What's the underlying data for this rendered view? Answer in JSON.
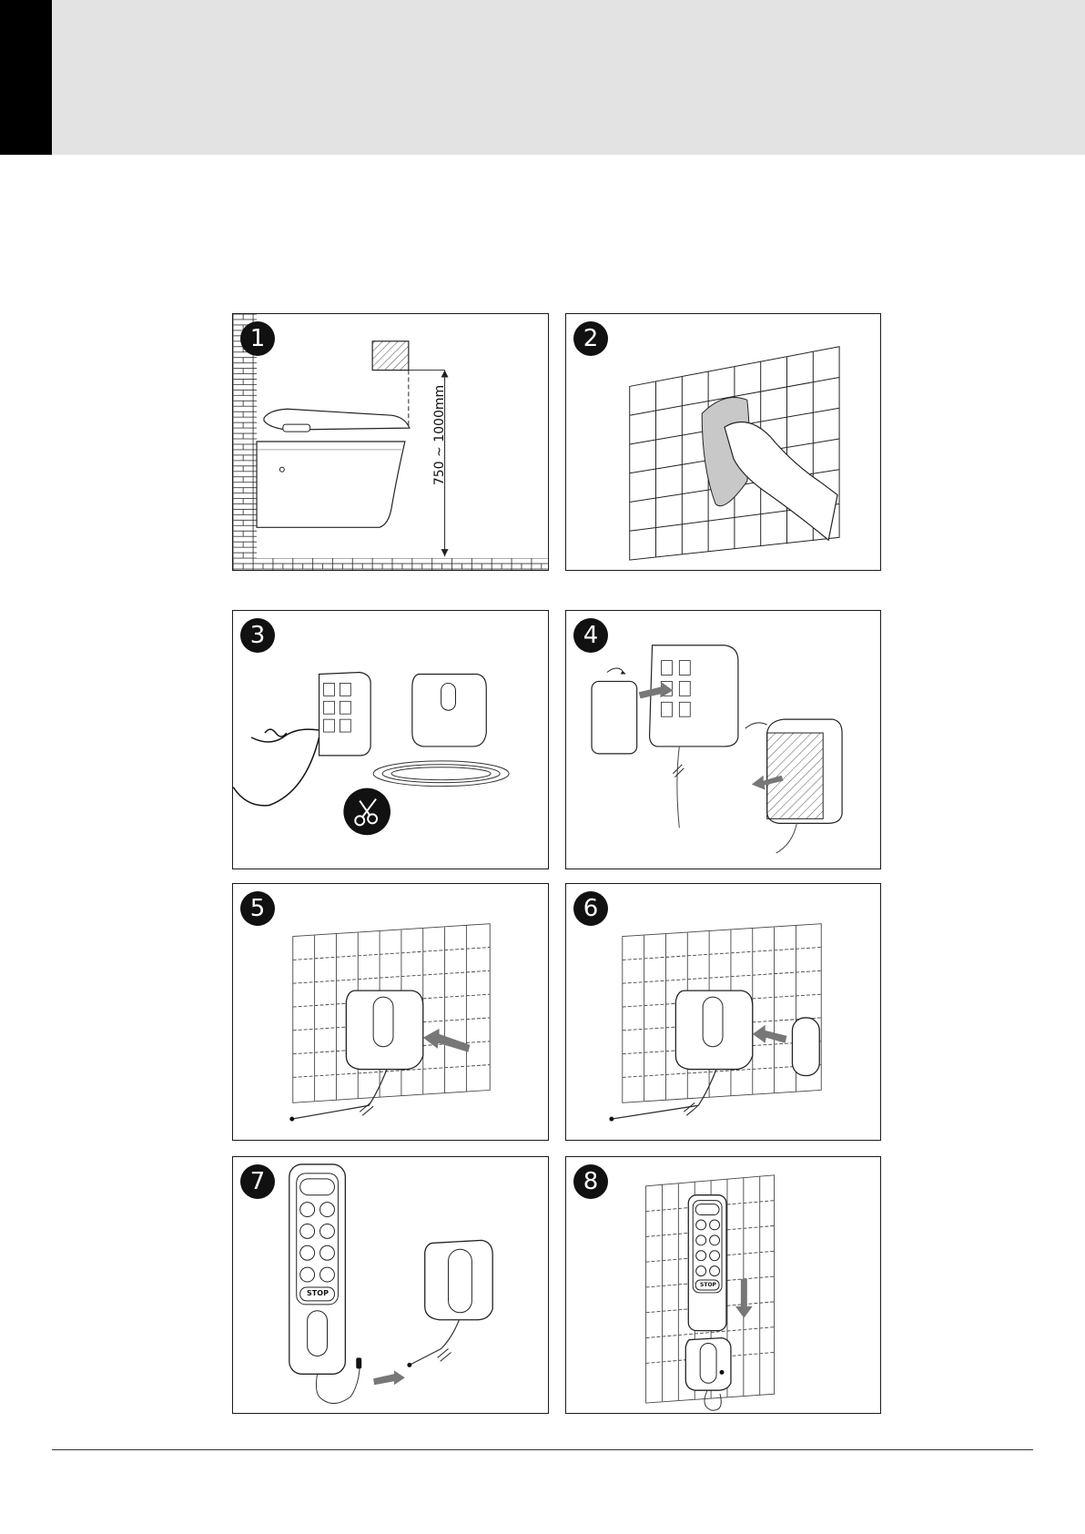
{
  "steps": [
    {
      "number": "1",
      "dimension_label": "750 ~ 1000mm"
    },
    {
      "number": "2"
    },
    {
      "number": "3"
    },
    {
      "number": "4"
    },
    {
      "number": "5"
    },
    {
      "number": "6"
    },
    {
      "number": "7",
      "remote_stop_label": "STOP"
    },
    {
      "number": "8",
      "remote_stop_label": "STOP"
    }
  ],
  "icons": {
    "step3_badge": "scissors-icon",
    "arrows": "arrow-icon"
  },
  "colors": {
    "header_band": "#e3e3e3",
    "header_tab": "#000000",
    "arrow": "#777777",
    "line": "#1a1a1a"
  }
}
